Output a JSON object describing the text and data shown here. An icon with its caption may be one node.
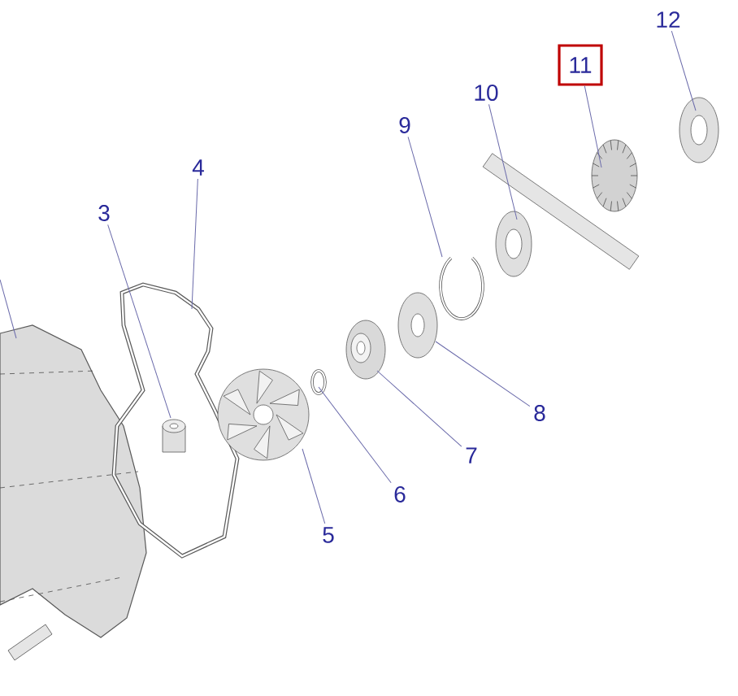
{
  "diagram": {
    "nodes": [
      {
        "text": [
          "3"
        ]
      },
      {
        "text": [
          "4"
        ]
      },
      {
        "text": [
          "5"
        ]
      },
      {
        "text": [
          "6"
        ]
      },
      {
        "text": [
          "7"
        ]
      },
      {
        "text": [
          "8"
        ]
      },
      {
        "text": [
          "9"
        ]
      },
      {
        "text": [
          "10"
        ]
      },
      {
        "text": [
          "11"
        ]
      },
      {
        "text": [
          "12"
        ]
      }
    ],
    "edges": [
      {
        "from": 0,
        "to": null,
        "arrow": "none"
      },
      {
        "from": 1,
        "to": null,
        "arrow": "none"
      },
      {
        "from": 2,
        "to": null,
        "arrow": "none"
      },
      {
        "from": 3,
        "to": null,
        "arrow": "none"
      },
      {
        "from": 4,
        "to": null,
        "arrow": "none"
      },
      {
        "from": 5,
        "to": null,
        "arrow": "none"
      },
      {
        "from": 6,
        "to": null,
        "arrow": "none"
      },
      {
        "from": 7,
        "to": null,
        "arrow": "none"
      },
      {
        "from": 8,
        "to": null,
        "arrow": "none"
      },
      {
        "from": 9,
        "to": null,
        "arrow": "none"
      }
    ]
  }
}
